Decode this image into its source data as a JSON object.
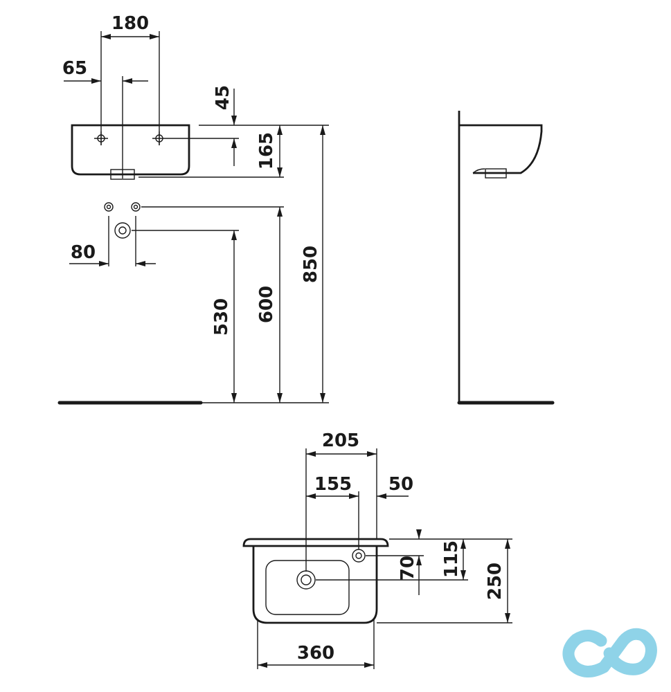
{
  "front_view": {
    "dim_tap_spacing": "180",
    "dim_tap_offset": "65",
    "dim_tap_to_rim": "45",
    "dim_basin_height": "165",
    "dim_drain_spacing": "80",
    "dim_drain_height": "530",
    "dim_supply_height": "600",
    "dim_rim_height": "850"
  },
  "top_view": {
    "dim_tap_position": "205",
    "dim_bowl_to_tap": "155",
    "dim_tap_to_edge": "50",
    "dim_tap_from_wall": "70",
    "dim_bowl_from_wall": "115",
    "dim_depth": "250",
    "dim_width": "360"
  },
  "logo": {
    "text": "cd",
    "color": "#8fd3e8"
  }
}
